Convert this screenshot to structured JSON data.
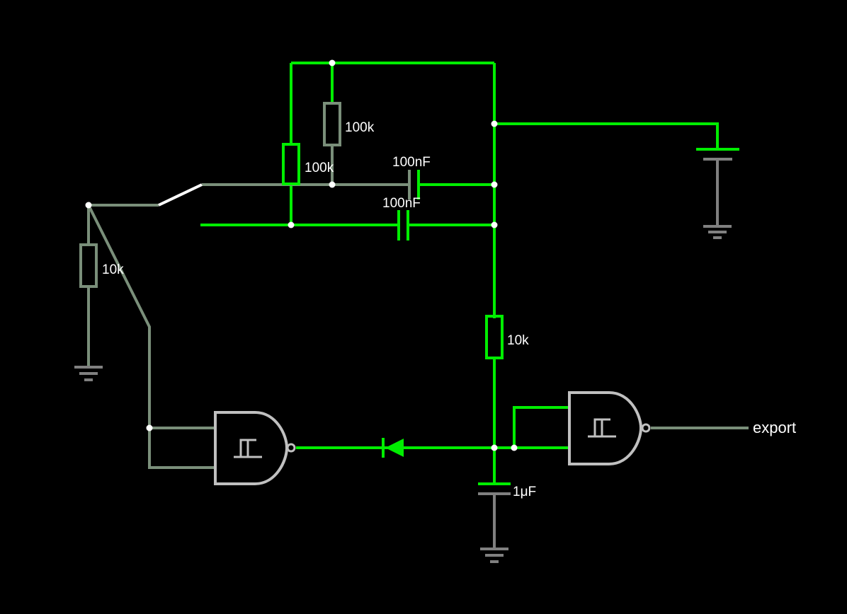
{
  "colors": {
    "background": "#000000",
    "wire_active": "#00ee00",
    "wire_inactive": "#7a8f7a",
    "ground": "#808080",
    "gate": "#c0c0c0",
    "switch": "#ffffff",
    "node": "#ffffff"
  },
  "labels": {
    "r_top": "100k",
    "r_mid": "100k",
    "cap_top": "100nF",
    "cap_bottom": "100nF",
    "r_left": "10k",
    "r_right": "10k",
    "cap_out": "1μF",
    "output": "export"
  },
  "components": {
    "resistors": [
      "resistor-100k-a",
      "resistor-100k-b",
      "resistor-10k-left",
      "resistor-10k-right"
    ],
    "capacitors": [
      "capacitor-100nf-a",
      "capacitor-100nf-b",
      "capacitor-1uf"
    ],
    "gates": [
      "schmitt-nand-left",
      "schmitt-nand-right"
    ],
    "other": [
      "switch",
      "diode",
      "battery",
      "ground-left",
      "ground-mid",
      "ground-right"
    ]
  }
}
